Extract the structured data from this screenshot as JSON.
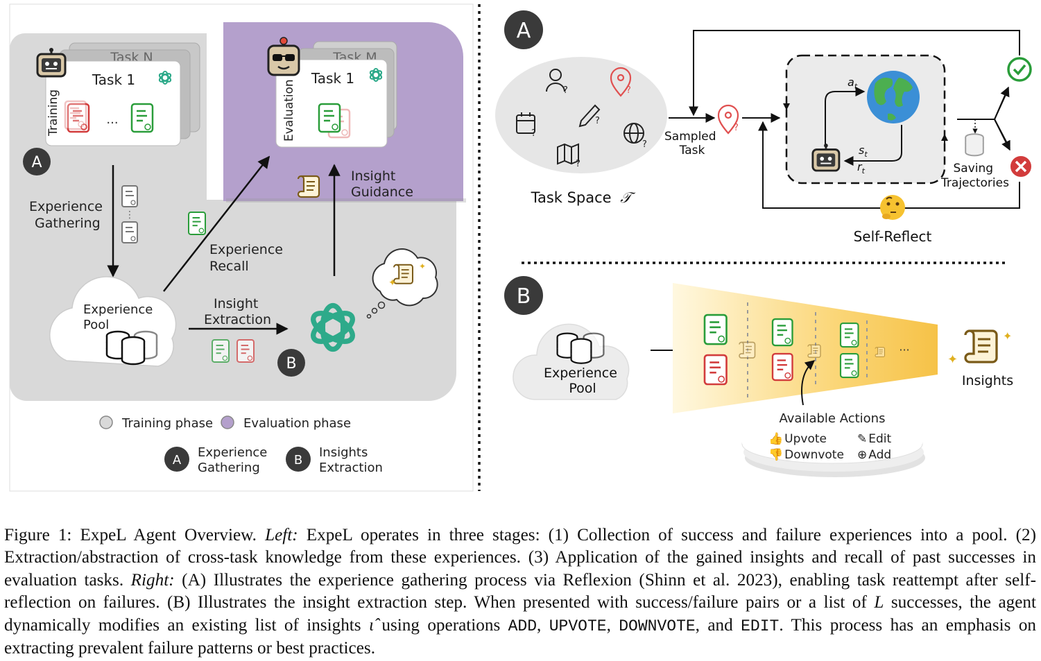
{
  "left": {
    "task_n": "Task N",
    "task_m": "Task M",
    "task_1_train": "Task 1",
    "task_1_eval": "Task 1",
    "training_label": "Training",
    "evaluation_label": "Evaluation",
    "ellipsis": "...",
    "experience_gathering": [
      "Experience",
      "Gathering"
    ],
    "experience_recall": [
      "Experience",
      "Recall"
    ],
    "insight_guidance": [
      "Insight",
      "Guidance"
    ],
    "insight_extraction": [
      "Insight",
      "Extraction"
    ],
    "experience_pool": [
      "Experience",
      "Pool"
    ],
    "badge_a": "A",
    "badge_b": "B",
    "legend": {
      "training_phase": "Training phase",
      "evaluation_phase": "Evaluation phase",
      "a_label": [
        "Experience",
        "Gathering"
      ],
      "b_label": [
        "Insights",
        "Extraction"
      ]
    }
  },
  "right": {
    "badge_a": "A",
    "badge_b": "B",
    "task_space": "Task Space",
    "task_space_symbol": "𝒯",
    "sampled_task": [
      "Sampled",
      "Task"
    ],
    "a_t": "a",
    "a_t_sub": "t",
    "s_t": "s",
    "s_t_sub": "t",
    "r_t": "r",
    "r_t_sub": "t",
    "saving_trajectories": [
      "Saving",
      "Trajectories"
    ],
    "self_reflect": "Self-Reflect",
    "experience_pool": [
      "Experience",
      "Pool"
    ],
    "insights": "Insights",
    "ellipsis": "···",
    "available_actions": "Available Actions",
    "actions": {
      "upvote": "Upvote",
      "edit": "Edit",
      "downvote": "Downvote",
      "add": "Add"
    }
  },
  "colors": {
    "training_bg": "#d9d9d9",
    "evaluation_bg": "#b4a0cc",
    "success": "#2a9d3a",
    "failure": "#d23c3c",
    "openai": "#2eaa8a",
    "badge": "#3a3a3a"
  },
  "caption": {
    "s1": "Figure 1: ExpeL Agent Overview. ",
    "left_label": "Left:",
    "s2": " ExpeL operates in three stages: (1) Collection of success and failure experiences into a pool. (2) Extraction/abstraction of cross-task knowledge from these experiences. (3) Application of the gained insights and recall of past successes in evaluation tasks. ",
    "right_label": "Right:",
    "s3": " (A) Illustrates the experience gathering process via Reflexion (Shinn et al. 2023), enabling task reattempt after self-reflection on failures. (B) Illustrates the insight extraction step. When presented with success/failure pairs or a list of ",
    "L": "L",
    "s4": " successes, the agent dynamically modifies an existing list of insights ",
    "iota": "ι̂",
    "s5": " using operations ",
    "op_add": "ADD",
    "sep1": ", ",
    "op_upvote": "UPVOTE",
    "sep2": ", ",
    "op_downvote": "DOWNVOTE",
    "sep3": ", and ",
    "op_edit": "EDIT",
    "s6": ". This process has an emphasis on extracting prevalent failure patterns or best practices."
  }
}
